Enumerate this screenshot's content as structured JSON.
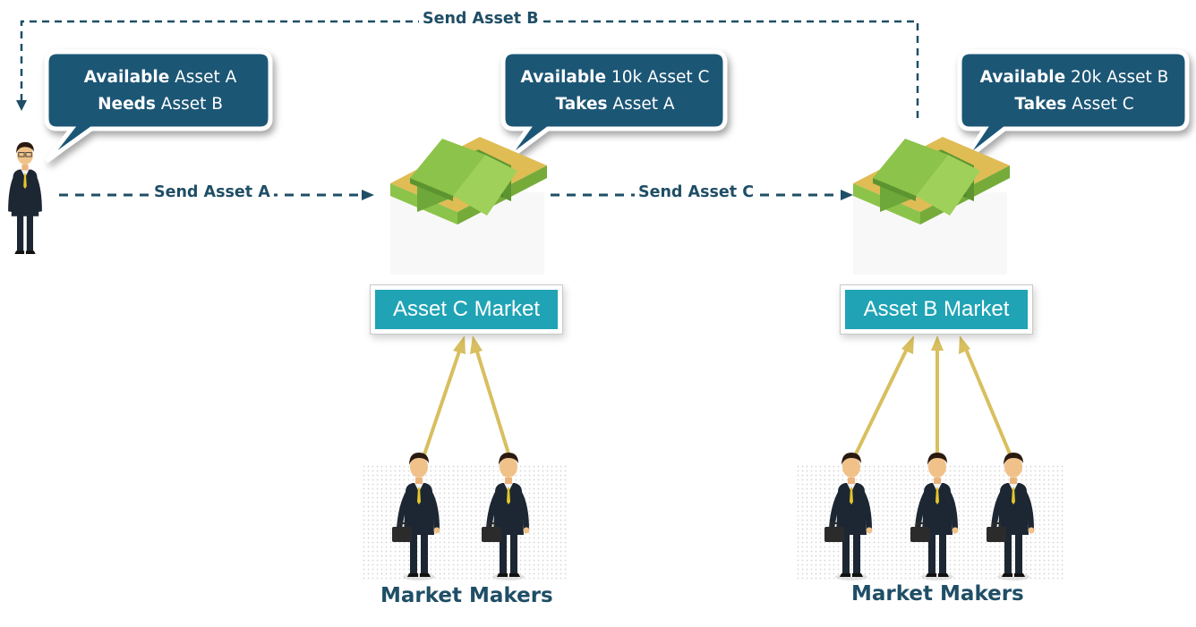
{
  "trader_bubble": {
    "line1_bold": "Available",
    "line1_rest": " Asset A",
    "line2_bold": "Needs",
    "line2_rest": " Asset B"
  },
  "asset_c_bubble": {
    "line1_bold": "Available",
    "line1_rest": " 10k Asset C",
    "line2_bold": "Takes",
    "line2_rest": " Asset A"
  },
  "asset_b_bubble": {
    "line1_bold": "Available",
    "line1_rest": " 20k Asset B",
    "line2_bold": "Takes",
    "line2_rest": " Asset C"
  },
  "flows": {
    "send_a": "Send Asset A",
    "send_c": "Send Asset C",
    "send_b": "Send Asset B"
  },
  "markets": {
    "c": "Asset C Market",
    "b": "Asset B Market"
  },
  "market_makers": {
    "left": "Market Makers",
    "right": "Market Makers"
  },
  "colors": {
    "bubble": "#1b5675",
    "arrow": "#1f4e66",
    "market": "#1fa3b5",
    "mm_arrow": "#d8bf5f",
    "house_roof": "#8cc34a",
    "house_base": "#e0bc55"
  }
}
